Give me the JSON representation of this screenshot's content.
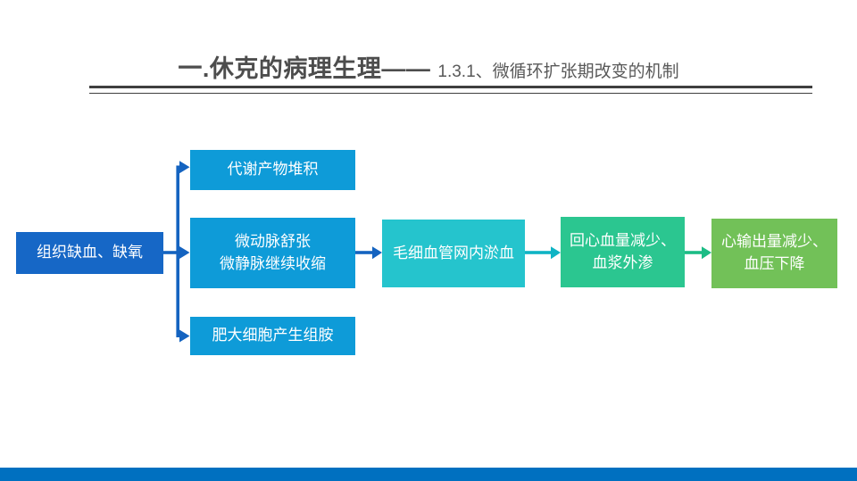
{
  "slide": {
    "title": {
      "main": "一.休克的病理生理——",
      "sub": "1.3.1、微循环扩张期改变的机制",
      "main_color": "#4d4d4d",
      "sub_color": "#595959",
      "rule_color": "#3f3f3f"
    },
    "footer_bar_color": "#0070C0"
  },
  "flowchart": {
    "nodes": {
      "cause": {
        "label": "组织缺血、缺氧",
        "color": "#1667C6"
      },
      "top": {
        "label": "代谢产物堆积",
        "color": "#0E9BD8"
      },
      "middle": {
        "label": "微动脉舒张\n微静脉继续收缩",
        "color": "#0E9BD8"
      },
      "bottom": {
        "label": "肥大细胞产生组胺",
        "color": "#0E9BD8"
      },
      "capillary": {
        "label": "毛细血管网内淤血",
        "color": "#25C4CD"
      },
      "venous": {
        "label": "回心血量减少、\n血浆外渗",
        "color": "#2BC690"
      },
      "cardiac": {
        "label": "心输出量减少、\n血压下降",
        "color": "#72C158"
      }
    },
    "connectors": {
      "branch_color": "#1463C0",
      "capillary_arrow_color": "#1463C0",
      "teal_arrow_color": "#0FB4C4",
      "green_arrow_color": "#1CBC85"
    },
    "text_color": "#ffffff"
  }
}
